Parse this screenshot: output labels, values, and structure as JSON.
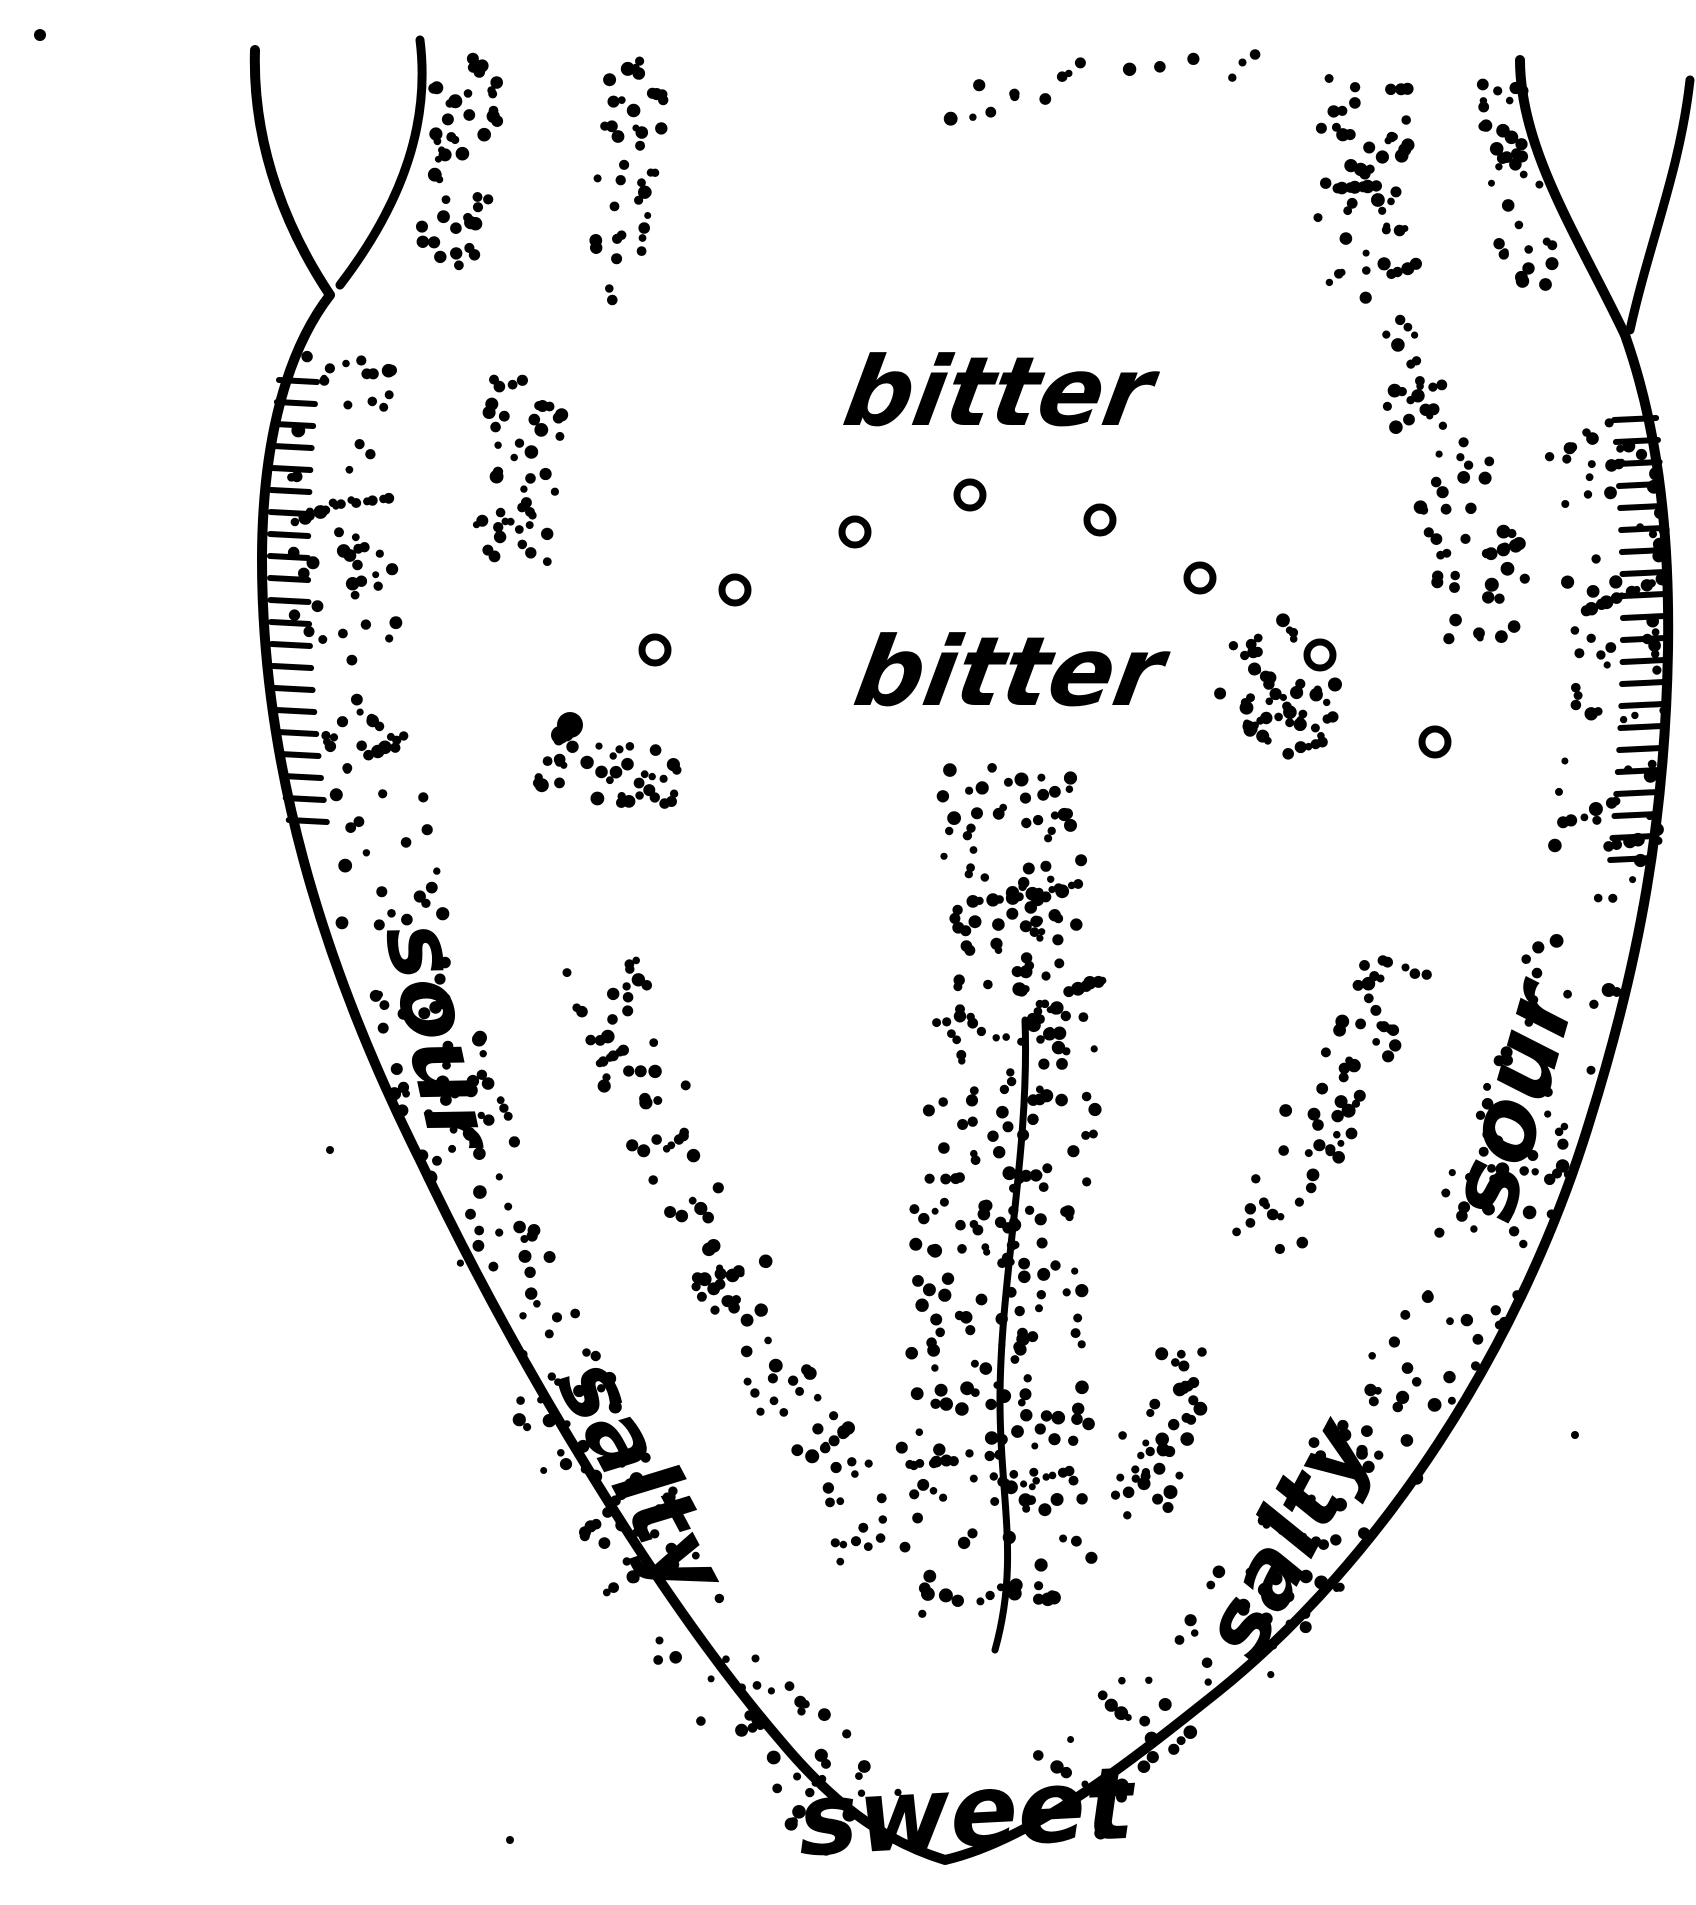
{
  "diagram": {
    "ink_color": "#000000",
    "background_color": "#ffffff",
    "labels": {
      "bitter_upper": "bitter",
      "bitter_lower": "bitter",
      "sour_left": "sour",
      "sour_right": "sour",
      "salty_left": "salty",
      "salty_right": "salty",
      "sweet": "sweet"
    }
  }
}
